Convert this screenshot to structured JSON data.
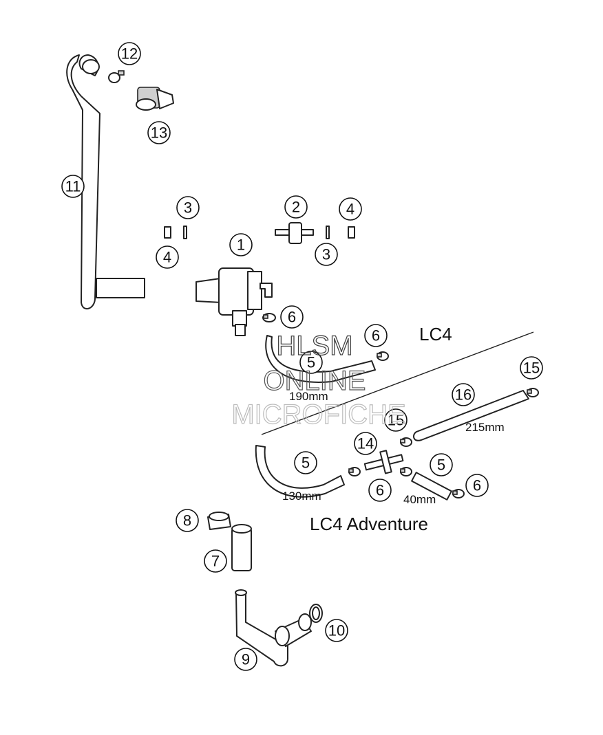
{
  "callouts": {
    "c1": "1",
    "c2": "2",
    "c3a": "3",
    "c3b": "3",
    "c4a": "4",
    "c4b": "4",
    "c5a": "5",
    "c5b": "5",
    "c5c": "5",
    "c6a": "6",
    "c6b": "6",
    "c6c": "6",
    "c6d": "6",
    "c7": "7",
    "c8": "8",
    "c9": "9",
    "c10": "10",
    "c11": "11",
    "c12": "12",
    "c13": "13",
    "c14": "14",
    "c15a": "15",
    "c15b": "15",
    "c16": "16"
  },
  "dimensions": {
    "d190": "190mm",
    "d130": "130mm",
    "d40": "40mm",
    "d215": "215mm"
  },
  "variants": {
    "lc4": "LC4",
    "adventure": "LC4 Adventure"
  },
  "watermark": {
    "line1": "HLSM",
    "line2": "ONLINE",
    "line3": "MICROFICHE"
  }
}
